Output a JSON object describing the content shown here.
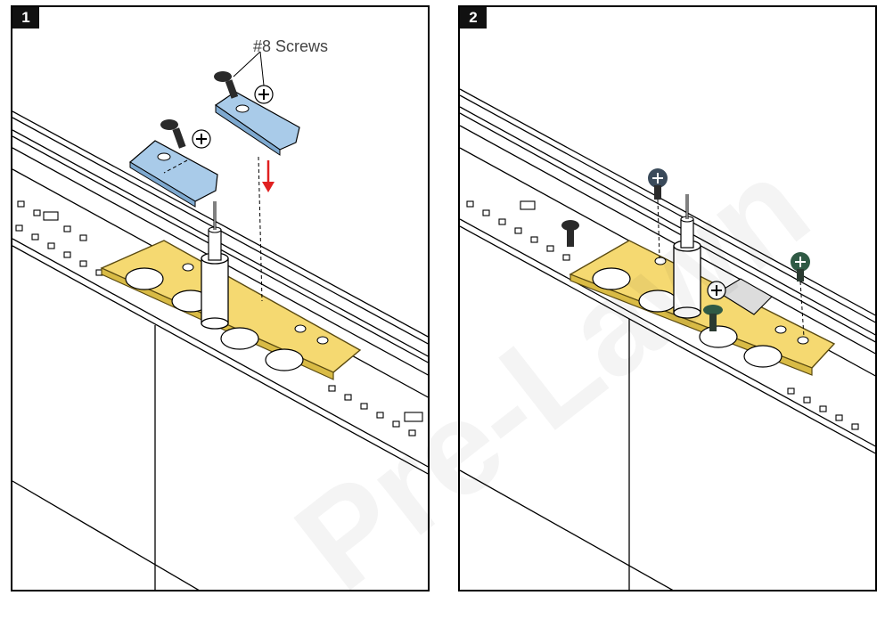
{
  "panels": [
    {
      "step": "1",
      "callout": "#8 Screws"
    },
    {
      "step": "2"
    }
  ],
  "colors": {
    "bracket": "#f5d971",
    "bracket_outline": "#5a4a10",
    "clip": "#a9cbe9",
    "screw_dark": "#2a2a2a",
    "screw_green": "#2f5a45",
    "arrow": "#e02020",
    "line": "#000000"
  },
  "icons": [
    "screw-icon",
    "down-arrow-icon"
  ],
  "watermark": "Pre-Lawn"
}
